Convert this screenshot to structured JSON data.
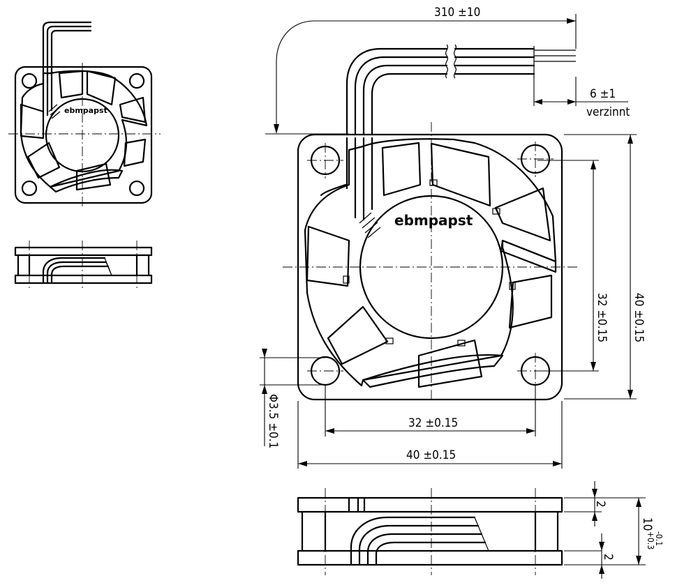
{
  "drawing": {
    "brand_logo": "ebmpapst",
    "cable_length": "310 ±10",
    "strip_length": "6 ±1",
    "strip_note": "verzinnt",
    "height_outer": "40 ±0.15",
    "height_hole_pitch": "32 ±0.15",
    "width_hole_pitch": "32 ±0.15",
    "width_outer": "40 ±0.15",
    "hole_diameter": "Φ3.5 ±0.1",
    "flange_top": "2",
    "flange_bottom": "2",
    "depth_nominal": "10",
    "depth_tol_upper": "+0.3",
    "depth_tol_lower": "-0.1"
  }
}
